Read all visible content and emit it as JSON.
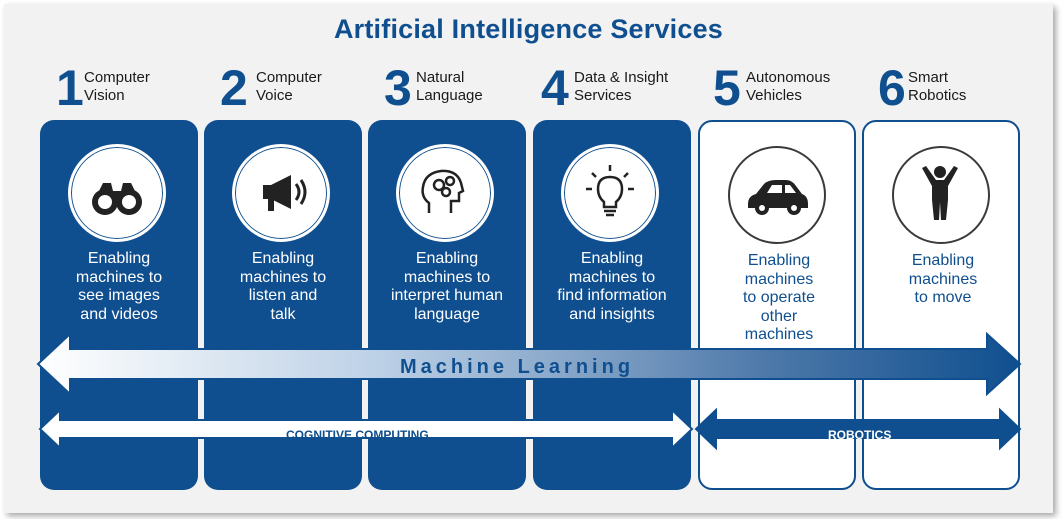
{
  "title": "Artificial Intelligence Services",
  "services": [
    {
      "number": "1",
      "label": "Computer\nVision",
      "icon": "binoculars-icon",
      "description": "Enabling\nmachines to\nsee images\nand videos",
      "style": "filled"
    },
    {
      "number": "2",
      "label": "Computer\nVoice",
      "icon": "megaphone-icon",
      "description": "Enabling\nmachines to\nlisten and\ntalk",
      "style": "filled"
    },
    {
      "number": "3",
      "label": "Natural\nLanguage",
      "icon": "head-gears-icon",
      "description": "Enabling\nmachines to\ninterpret human\nlanguage",
      "style": "filled"
    },
    {
      "number": "4",
      "label": "Data & Insight\nServices",
      "icon": "lightbulb-icon",
      "description": "Enabling\nmachines to\nfind information\nand insights",
      "style": "filled"
    },
    {
      "number": "5",
      "label": "Autonomous\nVehicles",
      "icon": "car-icon",
      "description": "Enabling\nmachines\nto operate\nother\nmachines",
      "style": "outline"
    },
    {
      "number": "6",
      "label": "Smart\nRobotics",
      "icon": "person-arms-up-icon",
      "description": "Enabling\nmachines\nto move",
      "style": "outline"
    }
  ],
  "bands": {
    "machine_learning": "Machine Learning",
    "cognitive_computing": "COGNITIVE COMPUTING",
    "robotics": "ROBOTICS"
  },
  "colors": {
    "brand_blue": "#0f4f8f",
    "light_blue": "#c9d6e6",
    "white": "#ffffff"
  }
}
